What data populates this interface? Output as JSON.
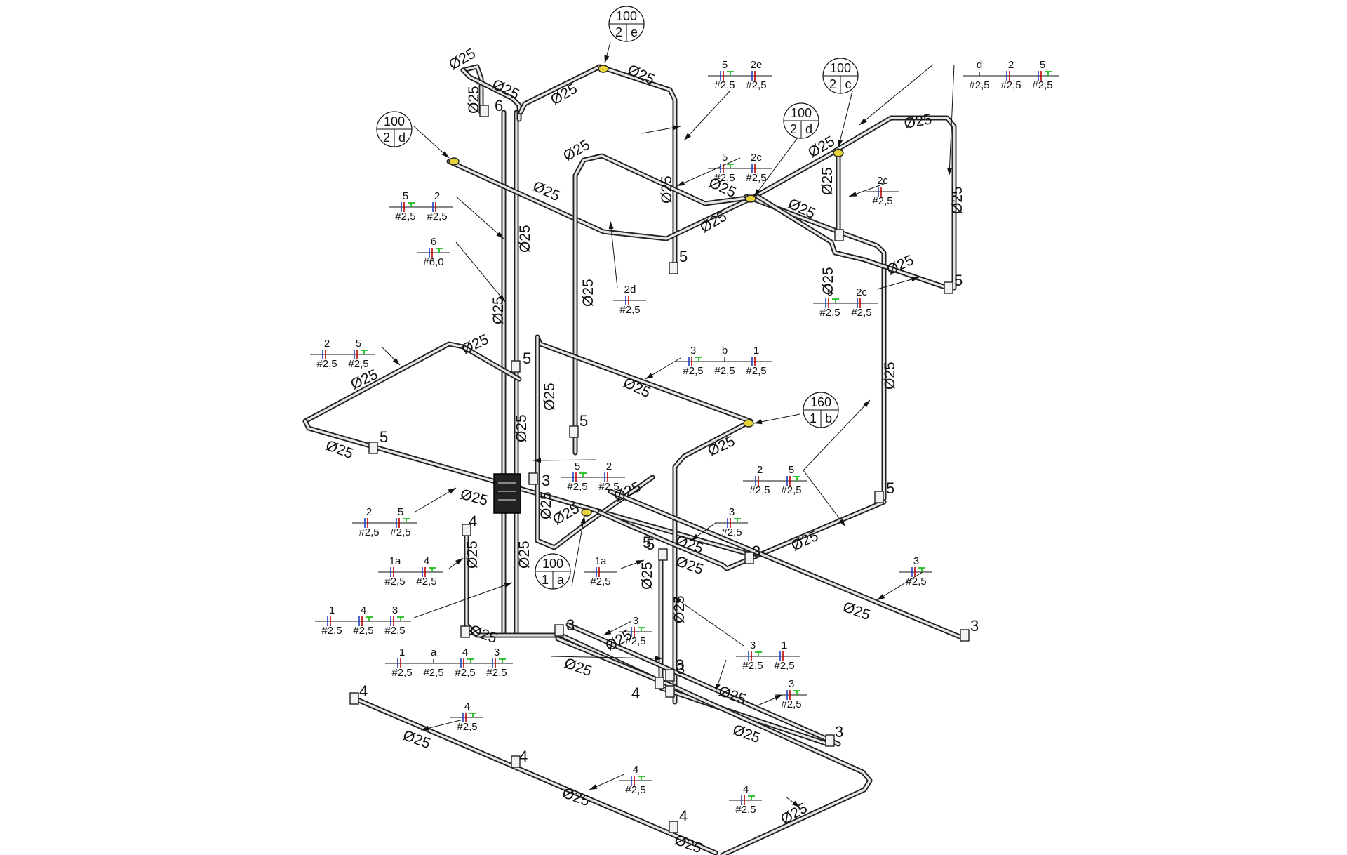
{
  "conduit_labels": [
    "Ø25",
    "Ø25",
    "Ø25",
    "Ø25",
    "Ø25",
    "Ø25",
    "Ø25",
    "Ø25",
    "Ø25",
    "Ø25",
    "Ø25",
    "Ø25",
    "Ø25",
    "Ø25",
    "Ø25",
    "Ø25",
    "Ø25",
    "Ø25",
    "Ø25",
    "Ø25",
    "Ø25",
    "Ø25",
    "Ø25",
    "Ø25",
    "Ø25",
    "Ø25",
    "Ø25",
    "Ø25",
    "Ø25",
    "Ø25",
    "Ø25",
    "Ø25",
    "Ø25",
    "Ø25",
    "Ø25",
    "Ø25",
    "Ø25",
    "Ø25",
    "Ø25",
    "Ø25",
    "Ø25",
    "Ø25",
    "Ø25",
    "Ø25",
    "Ø25",
    "Ø25",
    "Ø25",
    "Ø25",
    "Ø25"
  ],
  "box_labels": [
    "6",
    "5",
    "5",
    "5",
    "5",
    "5",
    "5",
    "5",
    "5",
    "5",
    "3",
    "3",
    "3",
    "3",
    "3",
    "3",
    "4",
    "4",
    "4",
    "4",
    "4",
    "4",
    "5",
    "3"
  ],
  "luminaires": [
    {
      "power": "100",
      "circuit": "2",
      "switch": "e"
    },
    {
      "power": "100",
      "circuit": "2",
      "switch": "d"
    },
    {
      "power": "100",
      "circuit": "2",
      "switch": "c"
    },
    {
      "power": "100",
      "circuit": "2",
      "switch": "d"
    },
    {
      "power": "160",
      "circuit": "1",
      "switch": "b"
    },
    {
      "power": "100",
      "circuit": "1",
      "switch": "a"
    }
  ],
  "cable_annotations": [
    {
      "circuits": [
        "5",
        "2e"
      ],
      "sections": [
        "#2,5",
        "#2,5"
      ]
    },
    {
      "circuits": [
        "5",
        "2c"
      ],
      "sections": [
        "#2,5",
        "#2,5"
      ]
    },
    {
      "circuits": [
        "d",
        "2",
        "5"
      ],
      "sections": [
        "#2,5",
        "#2,5",
        "#2,5"
      ]
    },
    {
      "circuits": [
        "2c"
      ],
      "sections": [
        "#2,5"
      ]
    },
    {
      "circuits": [
        "5",
        "2"
      ],
      "sections": [
        "#2,5",
        "#2,5"
      ]
    },
    {
      "circuits": [
        "6"
      ],
      "sections": [
        "#6,0"
      ]
    },
    {
      "circuits": [
        "2d"
      ],
      "sections": [
        "#2,5"
      ]
    },
    {
      "circuits": [
        "5",
        "2c"
      ],
      "sections": [
        "#2,5",
        "#2,5"
      ]
    },
    {
      "circuits": [
        "2",
        "5"
      ],
      "sections": [
        "#2,5",
        "#2,5"
      ]
    },
    {
      "circuits": [
        "3",
        "b",
        "1"
      ],
      "sections": [
        "#2,5",
        "#2,5",
        "#2,5"
      ]
    },
    {
      "circuits": [
        "5",
        "2"
      ],
      "sections": [
        "#2,5",
        "#2,5"
      ]
    },
    {
      "circuits": [
        "2",
        "5"
      ],
      "sections": [
        "#2,5",
        "#2,5"
      ]
    },
    {
      "circuits": [
        "2",
        "5"
      ],
      "sections": [
        "#2,5",
        "#2,5"
      ]
    },
    {
      "circuits": [
        "3"
      ],
      "sections": [
        "#2,5"
      ]
    },
    {
      "circuits": [
        "1a",
        "4"
      ],
      "sections": [
        "#2,5",
        "#2,5"
      ]
    },
    {
      "circuits": [
        "1a"
      ],
      "sections": [
        "#2,5"
      ]
    },
    {
      "circuits": [
        "3"
      ],
      "sections": [
        "#2,5"
      ]
    },
    {
      "circuits": [
        "1",
        "4",
        "3"
      ],
      "sections": [
        "#2,5",
        "#2,5",
        "#2,5"
      ]
    },
    {
      "circuits": [
        "3"
      ],
      "sections": [
        "#2,5"
      ]
    },
    {
      "circuits": [
        "3",
        "1"
      ],
      "sections": [
        "#2,5",
        "#2,5"
      ]
    },
    {
      "circuits": [
        "1",
        "a",
        "4",
        "3"
      ],
      "sections": [
        "#2,5",
        "#2,5",
        "#2,5",
        "#2,5"
      ]
    },
    {
      "circuits": [
        "3"
      ],
      "sections": [
        "#2,5"
      ]
    },
    {
      "circuits": [
        "4"
      ],
      "sections": [
        "#2,5"
      ]
    },
    {
      "circuits": [
        "4"
      ],
      "sections": [
        "#2,5"
      ]
    },
    {
      "circuits": [
        "4"
      ],
      "sections": [
        "#2,5"
      ]
    }
  ],
  "colors": {
    "phase": "#c00000",
    "neutral": "#1f3fbf",
    "ground": "#1fbf1f",
    "luminaire": "#e8d23a",
    "pipe_outline": "#222222",
    "pipe_fill": "#e6e6e6"
  }
}
